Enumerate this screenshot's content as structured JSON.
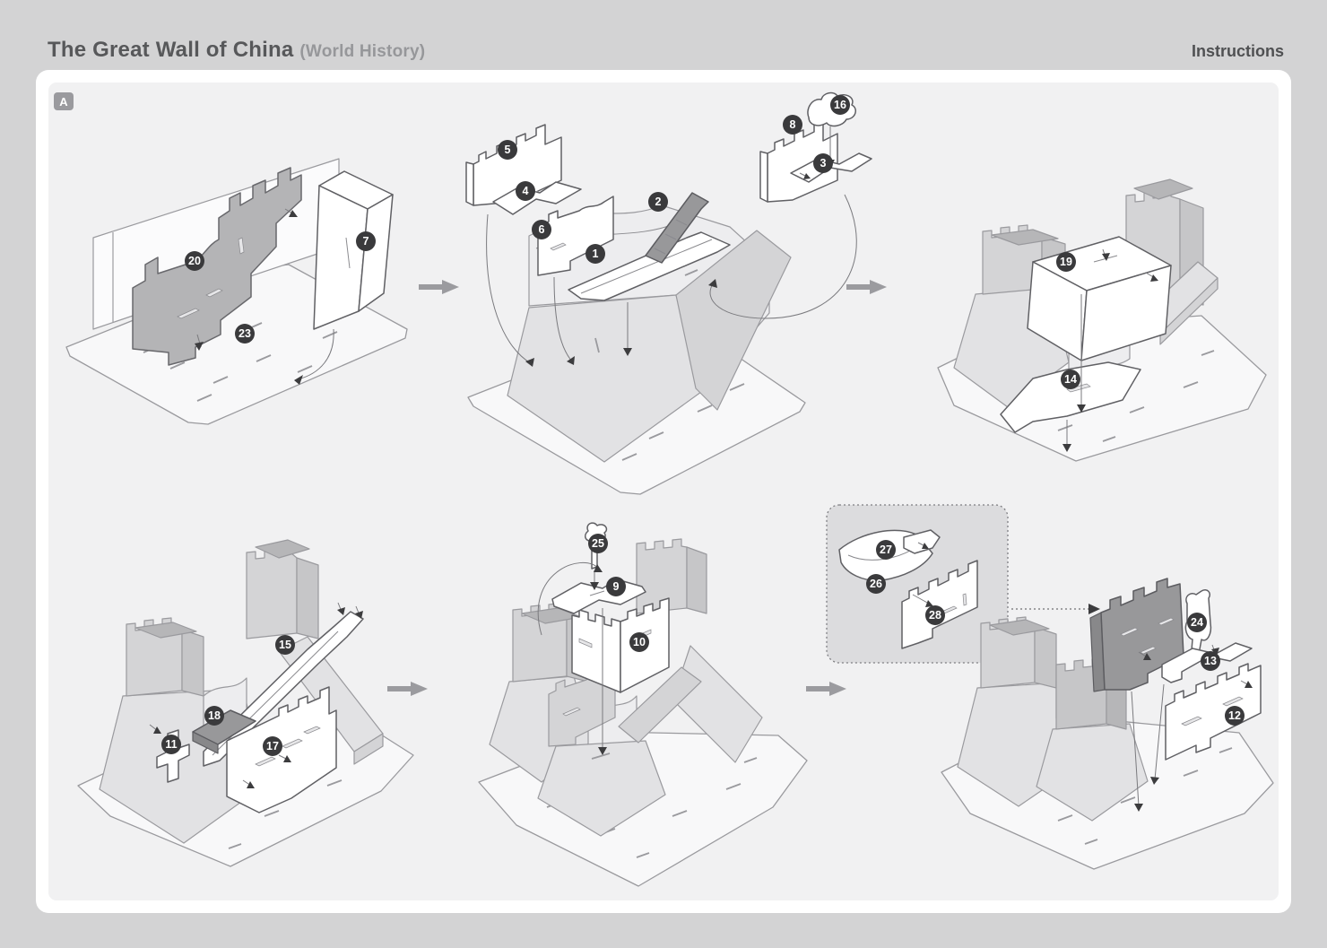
{
  "header": {
    "title": "The Great Wall of China",
    "subtitle": "(World History)",
    "instructions_label": "Instructions"
  },
  "panel": {
    "section_label": "A"
  },
  "steps": [
    {
      "id": "step-1",
      "parts": [
        "20",
        "23",
        "7"
      ]
    },
    {
      "id": "step-2",
      "parts": [
        "5",
        "4",
        "6",
        "1",
        "2",
        "8",
        "16",
        "3"
      ]
    },
    {
      "id": "step-3",
      "parts": [
        "19",
        "14"
      ]
    },
    {
      "id": "step-4",
      "parts": [
        "15",
        "18",
        "11",
        "17"
      ]
    },
    {
      "id": "step-5",
      "parts": [
        "25",
        "9",
        "10"
      ]
    },
    {
      "id": "step-6",
      "parts": [
        "27",
        "26",
        "28",
        "24",
        "13",
        "12"
      ]
    }
  ],
  "colors": {
    "page_bg": "#d3d3d4",
    "canvas_bg": "#f1f1f2",
    "badge_bg": "#3a3a3c",
    "badge_text": "#ffffff",
    "highlight_part": "#b4b4b6",
    "dark_part": "#98989a",
    "outline": "#606064"
  }
}
